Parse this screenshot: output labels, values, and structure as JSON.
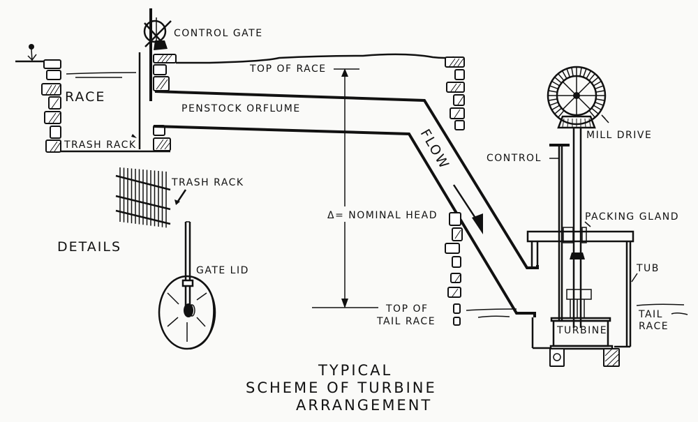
{
  "diagram": {
    "title_lines": [
      "TYPICAL",
      "SCHEME OF  TURBINE",
      "ARRANGEMENT"
    ],
    "labels": {
      "control_gate": "CONTROL GATE",
      "race": "RACE",
      "trash_rack": "TRASH RACK",
      "top_of_race": "TOP OF RACE",
      "penstock": "PENSTOCK ORFLUME",
      "flow": "FLOW",
      "nominal_head": "Δ= NOMINAL HEAD",
      "top_of_tail_race_1": "TOP OF",
      "top_of_tail_race_2": "TAIL RACE",
      "mill_drive": "MILL DRIVE",
      "control": "CONTROL",
      "packing_gland": "PACKING GLAND",
      "tub": "TUB",
      "tail_race_1": "TAIL",
      "tail_race_2": "RACE",
      "turbine": "TURBINE",
      "details": "DETAILS",
      "detail_trash_rack": "TRASH RACK",
      "gate_lid": "GATE LID"
    },
    "colors": {
      "ink": "#111111",
      "paper": "#fafaf8"
    }
  }
}
